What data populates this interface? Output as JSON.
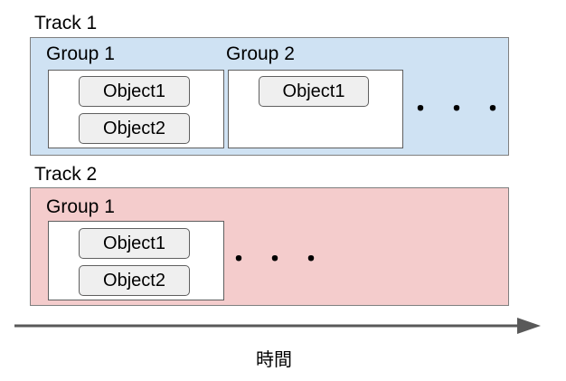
{
  "colors": {
    "track1_fill": "#cfe2f3",
    "track2_fill": "#f4cccc",
    "object_fill": "#efefef",
    "arrow": "#595959"
  },
  "tracks": [
    {
      "label": "Track 1",
      "groups": [
        {
          "label": "Group 1",
          "objects": [
            "Object1",
            "Object2"
          ]
        },
        {
          "label": "Group 2",
          "objects": [
            "Object1"
          ]
        }
      ],
      "ellipsis": "・・・"
    },
    {
      "label": "Track 2",
      "groups": [
        {
          "label": "Group 1",
          "objects": [
            "Object1",
            "Object2"
          ]
        }
      ],
      "ellipsis": "・・・"
    }
  ],
  "axis": {
    "label": "時間"
  }
}
